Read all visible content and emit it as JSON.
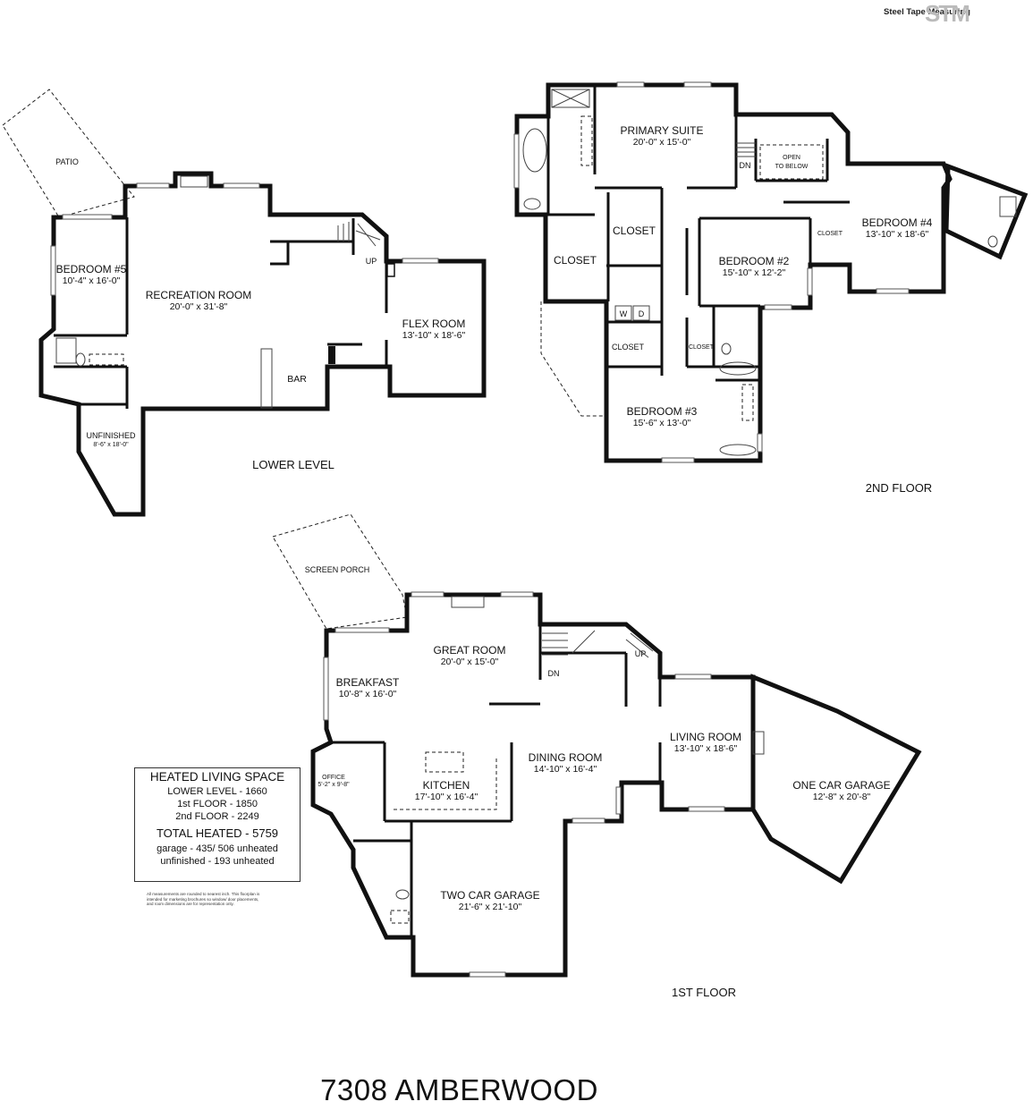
{
  "logo": {
    "text": "Steel Tape Measuring",
    "mark": "STM"
  },
  "address": "7308 AMBERWOOD",
  "floors": {
    "lower": {
      "label": "LOWER LEVEL",
      "patio": "PATIO",
      "bedroom5": {
        "name": "BEDROOM #5",
        "dim": "10'-4\" x 16'-0\""
      },
      "recreation": {
        "name": "RECREATION ROOM",
        "dim": "20'-0\" x 31'-8\""
      },
      "flex": {
        "name": "FLEX ROOM",
        "dim": "13'-10\" x 18'-6\""
      },
      "bar": "BAR",
      "up": "UP",
      "unfinished": {
        "name": "UNFINISHED",
        "dim": "8'-6\" x 18'-0\""
      }
    },
    "second": {
      "label": "2ND FLOOR",
      "primary": {
        "name": "PRIMARY SUITE",
        "dim": "20'-0\" x 15'-0\""
      },
      "open_below": [
        "OPEN",
        "TO BELOW"
      ],
      "dn": "DN",
      "closet_main": "CLOSET",
      "closet_left": "CLOSET",
      "closet_small1": "CLOSET",
      "closet_small2": "CLOSET",
      "closet_b4": "CLOSET",
      "bedroom2": {
        "name": "BEDROOM #2",
        "dim": "15'-10\" x 12'-2\""
      },
      "bedroom3": {
        "name": "BEDROOM #3",
        "dim": "15'-6\" x 13'-0\""
      },
      "bedroom4": {
        "name": "BEDROOM #4",
        "dim": "13'-10\" x 18'-6\""
      },
      "washer": "W",
      "dryer": "D"
    },
    "first": {
      "label": "1ST FLOOR",
      "screen_porch": "SCREEN PORCH",
      "great": {
        "name": "GREAT ROOM",
        "dim": "20'-0\" x 15'-0\""
      },
      "breakfast": {
        "name": "BREAKFAST",
        "dim": "10'-8\" x 16'-0\""
      },
      "kitchen": {
        "name": "KITCHEN",
        "dim": "17'-10\" x 16'-4\""
      },
      "dining": {
        "name": "DINING ROOM",
        "dim": "14'-10\" x 16'-4\""
      },
      "living": {
        "name": "LIVING ROOM",
        "dim": "13'-10\" x 18'-6\""
      },
      "office": {
        "name": "OFFICE",
        "dim": "5'-2\" x 9'-8\""
      },
      "one_car": {
        "name": "ONE CAR GARAGE",
        "dim": "12'-8\" x 20'-8\""
      },
      "two_car": {
        "name": "TWO CAR GARAGE",
        "dim": "21'-6\" x 21'-10\""
      },
      "dn": "DN",
      "up": "UP"
    }
  },
  "legend": {
    "title": "HEATED LIVING SPACE",
    "lines": [
      "LOWER LEVEL - 1660",
      "1st FLOOR - 1850",
      "2nd FLOOR - 2249"
    ],
    "total": "TOTAL HEATED - 5759",
    "notes": [
      "garage - 435/ 506 unheated",
      "unfinished - 193 unheated"
    ],
    "disclaimer": "All measurements are rounded to nearest inch. This floorplan is intended for marketing brochures so window/ door placements, and room dimensions are for representation only."
  }
}
